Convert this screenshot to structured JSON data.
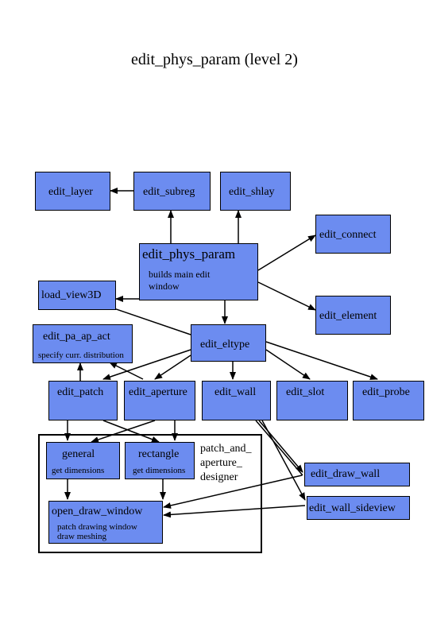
{
  "title": "edit_phys_param (level 2)",
  "nodes": {
    "edit_layer": "edit_layer",
    "edit_subreg": "edit_subreg",
    "edit_shlay": "edit_shlay",
    "edit_connect": "edit_connect",
    "edit_phys_param": "edit_phys_param",
    "edit_phys_param_sub": "builds main edit\nwindow",
    "load_view3D": "load_view3D",
    "edit_element": "edit_element",
    "edit_pa_ap_act": "edit_pa_ap_act",
    "edit_pa_ap_act_sub": "specify curr. distribution",
    "edit_eltype": "edit_eltype",
    "edit_patch": "edit_patch",
    "edit_aperture": "edit_aperture",
    "edit_wall": "edit_wall",
    "edit_slot": "edit_slot",
    "edit_probe": "edit_probe",
    "general": "general",
    "general_sub": "get dimensions",
    "rectangle": "rectangle",
    "rectangle_sub": "get dimensions",
    "patch_and_aperture_designer": "patch_and_\naperture_\ndesigner",
    "edit_draw_wall": "edit_draw_wall",
    "edit_wall_sideview": "edit_wall_sideview",
    "open_draw_window": "open_draw_window",
    "open_draw_window_sub": "patch drawing window\ndraw meshing"
  },
  "colors": {
    "box_fill": "#6c8cf0",
    "line": "#000000"
  }
}
